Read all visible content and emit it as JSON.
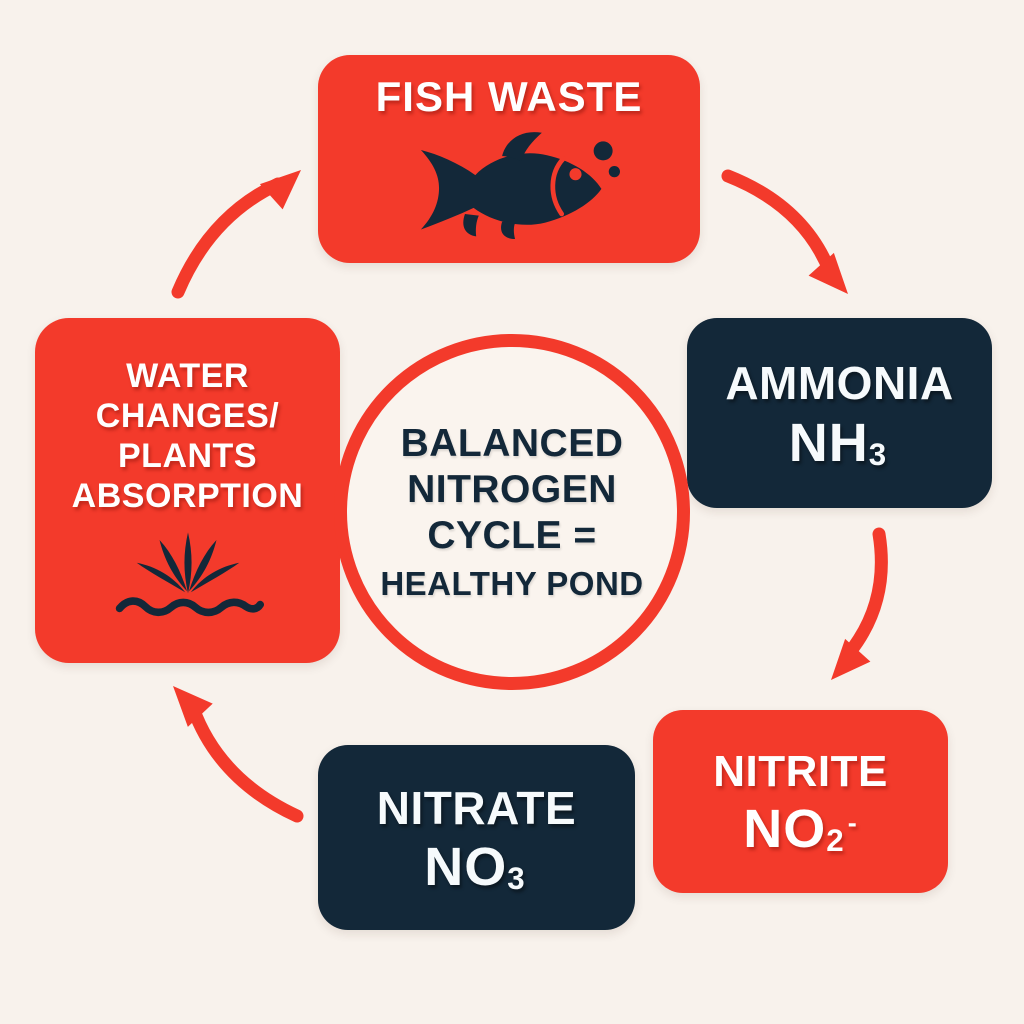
{
  "colors": {
    "red": "#F33A2B",
    "navy": "#132839",
    "background": "#F8F2EC",
    "circle_fill": "#FAF4EE",
    "text_light": "#FFFFFF"
  },
  "center": {
    "lines": [
      "BALANCED",
      "NITROGEN",
      "CYCLE ="
    ],
    "subline": "HEALTHY POND"
  },
  "nodes": {
    "fish_waste": {
      "label": "FISH WASTE",
      "icon": "fish-icon",
      "color": "red"
    },
    "ammonia": {
      "label": "AMMONIA",
      "formula": {
        "base": "NH",
        "sub": "3",
        "sup": ""
      },
      "color": "navy"
    },
    "nitrite": {
      "label": "NITRITE",
      "formula": {
        "base": "NO",
        "sub": "2",
        "sup": "-"
      },
      "color": "red"
    },
    "nitrate": {
      "label": "NITRATE",
      "formula": {
        "base": "NO",
        "sub": "3",
        "sup": ""
      },
      "color": "navy"
    },
    "water_changes": {
      "lines": [
        "WATER",
        "CHANGES/",
        "PLANTS",
        "ABSORPTION"
      ],
      "icon": "plant-icon",
      "color": "red"
    }
  },
  "arrows": [
    {
      "from": "water_changes",
      "to": "fish_waste"
    },
    {
      "from": "fish_waste",
      "to": "ammonia"
    },
    {
      "from": "ammonia",
      "to": "nitrite"
    },
    {
      "from": "nitrate",
      "to": "water_changes"
    }
  ]
}
